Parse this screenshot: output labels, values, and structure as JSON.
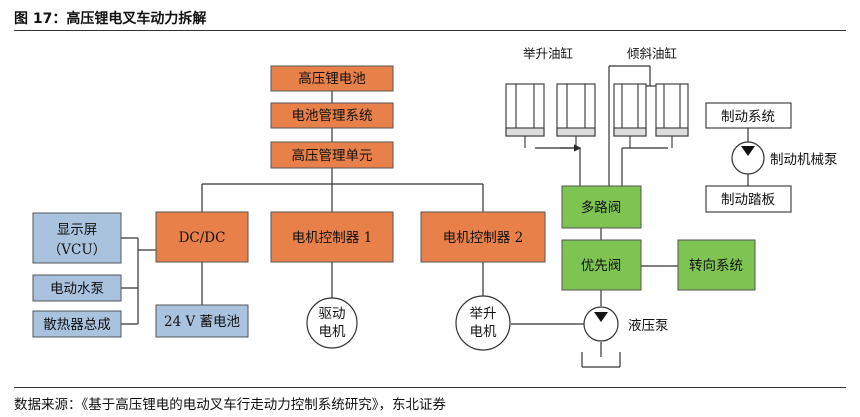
{
  "title": "图 17：高压锂电叉车动力拆解",
  "source": "数据来源：《基于高压锂电的电动叉车行走动力控制系统研究》，东北证券",
  "colors": {
    "orange": "#E8804A",
    "blue": "#A9C2DD",
    "green": "#7DC452",
    "line": "#333333"
  },
  "nodes": {
    "battery": "高压锂电池",
    "bms": "电池管理系统",
    "hv_unit": "高压管理单元",
    "dcdc": "DC/DC",
    "motor_ctrl_1": "电机控制器 1",
    "motor_ctrl_2": "电机控制器 2",
    "display_line1": "显示屏",
    "display_line2": "（VCU）",
    "pump": "电动水泵",
    "radiator": "散热器总成",
    "battery_24v": "24 V 蓄电池",
    "drive_motor_line1": "驱动",
    "drive_motor_line2": "电机",
    "lift_motor_line1": "举升",
    "lift_motor_line2": "电机",
    "multi_valve": "多路阀",
    "priority_valve": "优先阀",
    "steering": "转向系统",
    "hydraulic_pump": "液压泵",
    "lift_cylinder": "举升油缸",
    "tilt_cylinder": "倾斜油缸",
    "brake_system": "制动系统",
    "brake_pump": "制动机械泵",
    "brake_pedal": "制动踏板"
  }
}
